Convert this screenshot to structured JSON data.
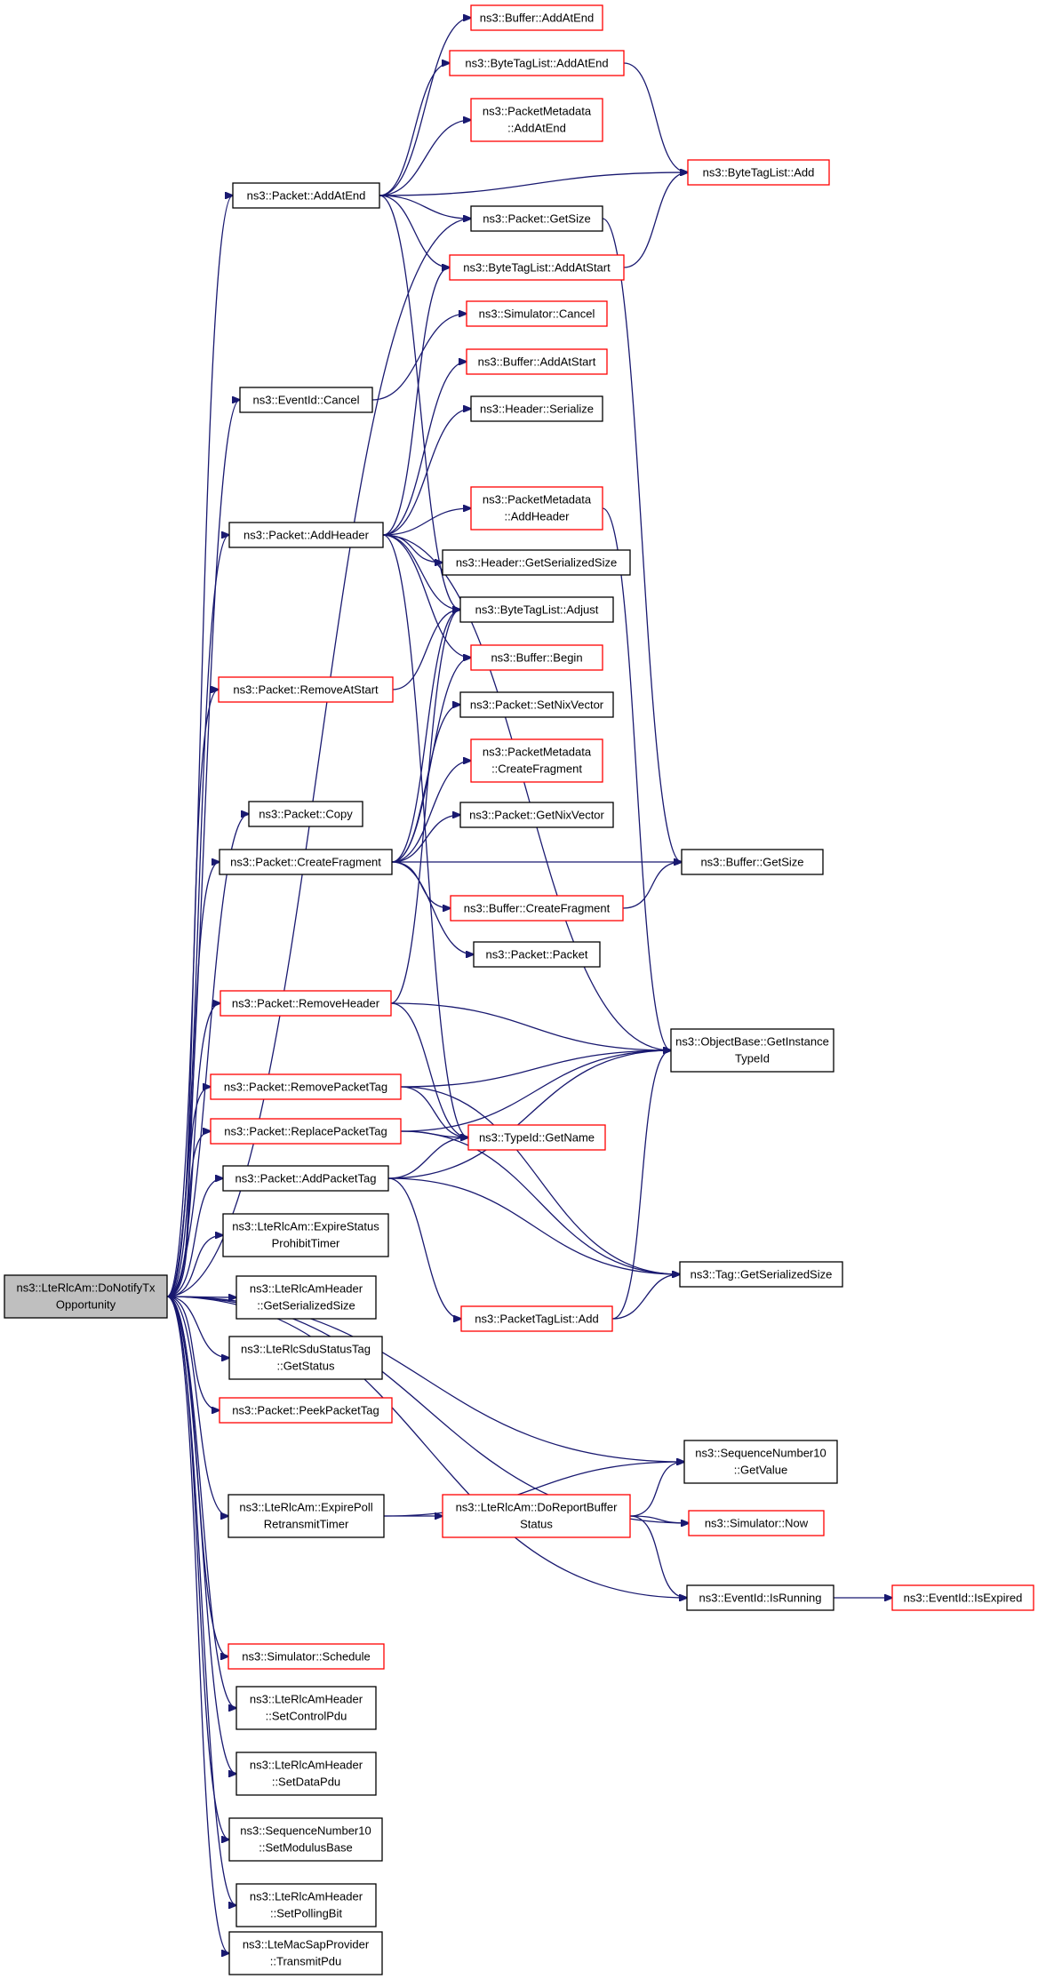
{
  "colors": {
    "edge": "#191970",
    "external_border": "#ff0000",
    "documented_border": "#000000",
    "root_fill": "#bfbfbf"
  },
  "nodes": [
    {
      "id": "root",
      "lines": [
        "ns3::LteRlcAm::DoNotifyTx",
        "Opportunity"
      ],
      "style": "root"
    },
    {
      "id": "buf_addatend",
      "lines": [
        "ns3::Buffer::AddAtEnd"
      ],
      "style": "red"
    },
    {
      "id": "btl_addatend",
      "lines": [
        "ns3::ByteTagList::AddAtEnd"
      ],
      "style": "red"
    },
    {
      "id": "pm_addatend",
      "lines": [
        "ns3::PacketMetadata",
        "::AddAtEnd"
      ],
      "style": "red"
    },
    {
      "id": "pkt_addatend",
      "lines": [
        "ns3::Packet::AddAtEnd"
      ],
      "style": "black"
    },
    {
      "id": "btl_add",
      "lines": [
        "ns3::ByteTagList::Add"
      ],
      "style": "red"
    },
    {
      "id": "pkt_getsize",
      "lines": [
        "ns3::Packet::GetSize"
      ],
      "style": "black"
    },
    {
      "id": "btl_addatstart",
      "lines": [
        "ns3::ByteTagList::AddAtStart"
      ],
      "style": "red"
    },
    {
      "id": "sim_cancel",
      "lines": [
        "ns3::Simulator::Cancel"
      ],
      "style": "red"
    },
    {
      "id": "buf_addatstart",
      "lines": [
        "ns3::Buffer::AddAtStart"
      ],
      "style": "red"
    },
    {
      "id": "evt_cancel",
      "lines": [
        "ns3::EventId::Cancel"
      ],
      "style": "black"
    },
    {
      "id": "hdr_serialize",
      "lines": [
        "ns3::Header::Serialize"
      ],
      "style": "black"
    },
    {
      "id": "pm_addheader",
      "lines": [
        "ns3::PacketMetadata",
        "::AddHeader"
      ],
      "style": "red"
    },
    {
      "id": "pkt_addheader",
      "lines": [
        "ns3::Packet::AddHeader"
      ],
      "style": "black"
    },
    {
      "id": "hdr_getserializedsize",
      "lines": [
        "ns3::Header::GetSerializedSize"
      ],
      "style": "black"
    },
    {
      "id": "btl_adjust",
      "lines": [
        "ns3::ByteTagList::Adjust"
      ],
      "style": "black"
    },
    {
      "id": "buf_begin",
      "lines": [
        "ns3::Buffer::Begin"
      ],
      "style": "red"
    },
    {
      "id": "pkt_removeatstart",
      "lines": [
        "ns3::Packet::RemoveAtStart"
      ],
      "style": "red"
    },
    {
      "id": "pkt_setnixvector",
      "lines": [
        "ns3::Packet::SetNixVector"
      ],
      "style": "black"
    },
    {
      "id": "pm_createfragment",
      "lines": [
        "ns3::PacketMetadata",
        "::CreateFragment"
      ],
      "style": "red"
    },
    {
      "id": "pkt_copy",
      "lines": [
        "ns3::Packet::Copy"
      ],
      "style": "black"
    },
    {
      "id": "pkt_getnixvector",
      "lines": [
        "ns3::Packet::GetNixVector"
      ],
      "style": "black"
    },
    {
      "id": "pkt_createfragment",
      "lines": [
        "ns3::Packet::CreateFragment"
      ],
      "style": "black"
    },
    {
      "id": "buf_getsize",
      "lines": [
        "ns3::Buffer::GetSize"
      ],
      "style": "black"
    },
    {
      "id": "buf_createfragment",
      "lines": [
        "ns3::Buffer::CreateFragment"
      ],
      "style": "red"
    },
    {
      "id": "pkt_packet",
      "lines": [
        "ns3::Packet::Packet"
      ],
      "style": "black"
    },
    {
      "id": "pkt_removeheader",
      "lines": [
        "ns3::Packet::RemoveHeader"
      ],
      "style": "red"
    },
    {
      "id": "ob_getinstancetypeid",
      "lines": [
        "ns3::ObjectBase::GetInstance",
        "TypeId"
      ],
      "style": "black"
    },
    {
      "id": "pkt_removepackettag",
      "lines": [
        "ns3::Packet::RemovePacketTag"
      ],
      "style": "red"
    },
    {
      "id": "pkt_replacepackettag",
      "lines": [
        "ns3::Packet::ReplacePacketTag"
      ],
      "style": "red"
    },
    {
      "id": "typeid_getname",
      "lines": [
        "ns3::TypeId::GetName"
      ],
      "style": "red"
    },
    {
      "id": "pkt_addpackettag",
      "lines": [
        "ns3::Packet::AddPacketTag"
      ],
      "style": "black"
    },
    {
      "id": "lra_expirestatus",
      "lines": [
        "ns3::LteRlcAm::ExpireStatus",
        "ProhibitTimer"
      ],
      "style": "black"
    },
    {
      "id": "tag_getserializedsize",
      "lines": [
        "ns3::Tag::GetSerializedSize"
      ],
      "style": "black"
    },
    {
      "id": "lrah_getserializedsize",
      "lines": [
        "ns3::LteRlcAmHeader",
        "::GetSerializedSize"
      ],
      "style": "black"
    },
    {
      "id": "ptl_add",
      "lines": [
        "ns3::PacketTagList::Add"
      ],
      "style": "red"
    },
    {
      "id": "lrss_getstatus",
      "lines": [
        "ns3::LteRlcSduStatusTag",
        "::GetStatus"
      ],
      "style": "black"
    },
    {
      "id": "pkt_peekpackettag",
      "lines": [
        "ns3::Packet::PeekPacketTag"
      ],
      "style": "red"
    },
    {
      "id": "sn10_getvalue",
      "lines": [
        "ns3::SequenceNumber10",
        "::GetValue"
      ],
      "style": "black"
    },
    {
      "id": "lra_expirepoll",
      "lines": [
        "ns3::LteRlcAm::ExpirePoll",
        "RetransmitTimer"
      ],
      "style": "black"
    },
    {
      "id": "lra_doreportbuffer",
      "lines": [
        "ns3::LteRlcAm::DoReportBuffer",
        "Status"
      ],
      "style": "red"
    },
    {
      "id": "sim_now",
      "lines": [
        "ns3::Simulator::Now"
      ],
      "style": "red"
    },
    {
      "id": "evt_isrunning",
      "lines": [
        "ns3::EventId::IsRunning"
      ],
      "style": "black"
    },
    {
      "id": "evt_isexpired",
      "lines": [
        "ns3::EventId::IsExpired"
      ],
      "style": "red"
    },
    {
      "id": "sim_schedule",
      "lines": [
        "ns3::Simulator::Schedule"
      ],
      "style": "red"
    },
    {
      "id": "lrah_setcontrolpdu",
      "lines": [
        "ns3::LteRlcAmHeader",
        "::SetControlPdu"
      ],
      "style": "black"
    },
    {
      "id": "lrah_setdatapdu",
      "lines": [
        "ns3::LteRlcAmHeader",
        "::SetDataPdu"
      ],
      "style": "black"
    },
    {
      "id": "sn10_setmodulusbase",
      "lines": [
        "ns3::SequenceNumber10",
        "::SetModulusBase"
      ],
      "style": "black"
    },
    {
      "id": "lrah_setpollingbit",
      "lines": [
        "ns3::LteRlcAmHeader",
        "::SetPollingBit"
      ],
      "style": "black"
    },
    {
      "id": "lmsp_transmitpdu",
      "lines": [
        "ns3::LteMacSapProvider",
        "::TransmitPdu"
      ],
      "style": "black"
    }
  ],
  "edges": [
    [
      "root",
      "pkt_addatend"
    ],
    [
      "root",
      "pkt_getsize"
    ],
    [
      "root",
      "evt_cancel"
    ],
    [
      "root",
      "pkt_addheader"
    ],
    [
      "root",
      "pkt_removeatstart"
    ],
    [
      "root",
      "pkt_copy"
    ],
    [
      "root",
      "pkt_createfragment"
    ],
    [
      "root",
      "pkt_removeheader"
    ],
    [
      "root",
      "pkt_removepackettag"
    ],
    [
      "root",
      "pkt_replacepackettag"
    ],
    [
      "root",
      "pkt_addpackettag"
    ],
    [
      "root",
      "lra_expirestatus"
    ],
    [
      "root",
      "lrah_getserializedsize"
    ],
    [
      "root",
      "lrss_getstatus"
    ],
    [
      "root",
      "pkt_peekpackettag"
    ],
    [
      "root",
      "sn10_getvalue"
    ],
    [
      "root",
      "lra_expirepoll"
    ],
    [
      "root",
      "sim_now"
    ],
    [
      "root",
      "evt_isrunning"
    ],
    [
      "root",
      "sim_schedule"
    ],
    [
      "root",
      "lrah_setcontrolpdu"
    ],
    [
      "root",
      "lrah_setdatapdu"
    ],
    [
      "root",
      "sn10_setmodulusbase"
    ],
    [
      "root",
      "lrah_setpollingbit"
    ],
    [
      "root",
      "lmsp_transmitpdu"
    ],
    [
      "pkt_addatend",
      "buf_addatend"
    ],
    [
      "pkt_addatend",
      "btl_addatend"
    ],
    [
      "pkt_addatend",
      "pm_addatend"
    ],
    [
      "pkt_addatend",
      "btl_add"
    ],
    [
      "pkt_addatend",
      "pkt_getsize"
    ],
    [
      "pkt_addatend",
      "btl_addatstart"
    ],
    [
      "pkt_addatend",
      "btl_adjust"
    ],
    [
      "btl_addatend",
      "btl_add"
    ],
    [
      "btl_addatstart",
      "btl_add"
    ],
    [
      "pkt_getsize",
      "buf_getsize"
    ],
    [
      "evt_cancel",
      "sim_cancel"
    ],
    [
      "pkt_addheader",
      "btl_addatstart"
    ],
    [
      "pkt_addheader",
      "buf_addatstart"
    ],
    [
      "pkt_addheader",
      "hdr_serialize"
    ],
    [
      "pkt_addheader",
      "ob_getinstancetypeid"
    ],
    [
      "pkt_addheader",
      "pm_addheader"
    ],
    [
      "pkt_addheader",
      "hdr_getserializedsize"
    ],
    [
      "pkt_addheader",
      "btl_adjust"
    ],
    [
      "pkt_addheader",
      "buf_begin"
    ],
    [
      "pkt_addheader",
      "typeid_getname"
    ],
    [
      "pm_addheader",
      "ob_getinstancetypeid"
    ],
    [
      "pkt_removeatstart",
      "btl_adjust"
    ],
    [
      "pkt_createfragment",
      "btl_adjust"
    ],
    [
      "pkt_createfragment",
      "buf_begin"
    ],
    [
      "pkt_createfragment",
      "pkt_setnixvector"
    ],
    [
      "pkt_createfragment",
      "pm_createfragment"
    ],
    [
      "pkt_createfragment",
      "pkt_getnixvector"
    ],
    [
      "pkt_createfragment",
      "buf_getsize"
    ],
    [
      "pkt_createfragment",
      "buf_createfragment"
    ],
    [
      "pkt_createfragment",
      "pkt_packet"
    ],
    [
      "buf_createfragment",
      "buf_getsize"
    ],
    [
      "pkt_removeheader",
      "btl_adjust"
    ],
    [
      "pkt_removeheader",
      "ob_getinstancetypeid"
    ],
    [
      "pkt_removeheader",
      "typeid_getname"
    ],
    [
      "pkt_removepackettag",
      "ob_getinstancetypeid"
    ],
    [
      "pkt_removepackettag",
      "typeid_getname"
    ],
    [
      "pkt_removepackettag",
      "tag_getserializedsize"
    ],
    [
      "pkt_replacepackettag",
      "ob_getinstancetypeid"
    ],
    [
      "pkt_replacepackettag",
      "typeid_getname"
    ],
    [
      "pkt_replacepackettag",
      "tag_getserializedsize"
    ],
    [
      "pkt_addpackettag",
      "typeid_getname"
    ],
    [
      "pkt_addpackettag",
      "ob_getinstancetypeid"
    ],
    [
      "pkt_addpackettag",
      "ptl_add"
    ],
    [
      "pkt_addpackettag",
      "tag_getserializedsize"
    ],
    [
      "ptl_add",
      "ob_getinstancetypeid"
    ],
    [
      "ptl_add",
      "tag_getserializedsize"
    ],
    [
      "lra_expirepoll",
      "sn10_getvalue"
    ],
    [
      "lra_expirepoll",
      "lra_doreportbuffer"
    ],
    [
      "lra_doreportbuffer",
      "sn10_getvalue"
    ],
    [
      "lra_doreportbuffer",
      "sim_now"
    ],
    [
      "lra_doreportbuffer",
      "evt_isrunning"
    ],
    [
      "evt_isrunning",
      "evt_isexpired"
    ]
  ]
}
